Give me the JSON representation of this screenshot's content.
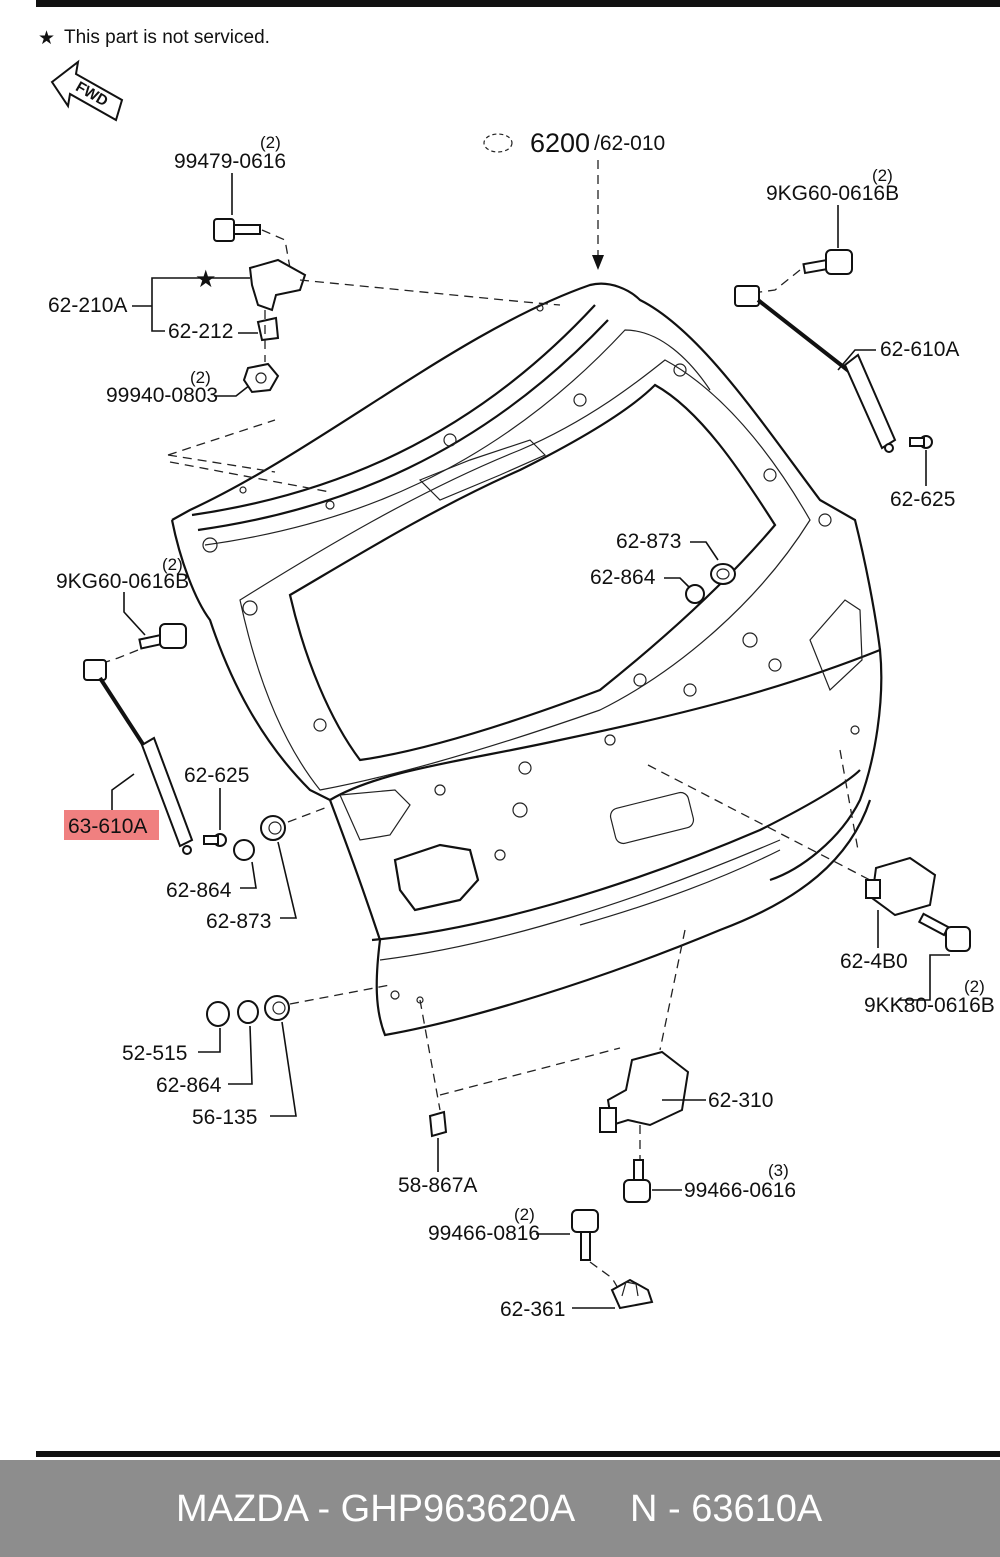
{
  "note": {
    "star": "★",
    "text": "This part is not serviced."
  },
  "fwd": "FWD",
  "assembly": {
    "main": "6200",
    "sub": "/62-010"
  },
  "labels": {
    "p99479_qty": "(2)",
    "p99479": "99479-0616",
    "p62210A": "62-210A",
    "p62212": "62-212",
    "p99940_qty": "(2)",
    "p99940": "99940-0803",
    "p9KG60_r_qty": "(2)",
    "p9KG60_r": "9KG60-0616B",
    "p62610A": "62-610A",
    "p62625_r": "62-625",
    "p62873_u": "62-873",
    "p62864_u": "62-864",
    "p9KG60_l_qty": "(2)",
    "p9KG60_l": "9KG60-0616B",
    "p62625_l": "62-625",
    "p63610A": "63-610A",
    "p62864_l": "62-864",
    "p62873_l": "62-873",
    "p624B0": "62-4B0",
    "p9KK80_qty": "(2)",
    "p9KK80": "9KK80-0616B",
    "p52515": "52-515",
    "p62864_b": "62-864",
    "p56135": "56-135",
    "p62310": "62-310",
    "p99466_0616_qty": "(3)",
    "p99466_0616": "99466-0616",
    "p58867A": "58-867A",
    "p99466_0816_qty": "(2)",
    "p99466_0816": "99466-0816",
    "p62361": "62-361"
  },
  "highlight_color": "#f08080",
  "footer": {
    "brand": "MAZDA - GHP963620A",
    "code": "N - 63610A"
  }
}
